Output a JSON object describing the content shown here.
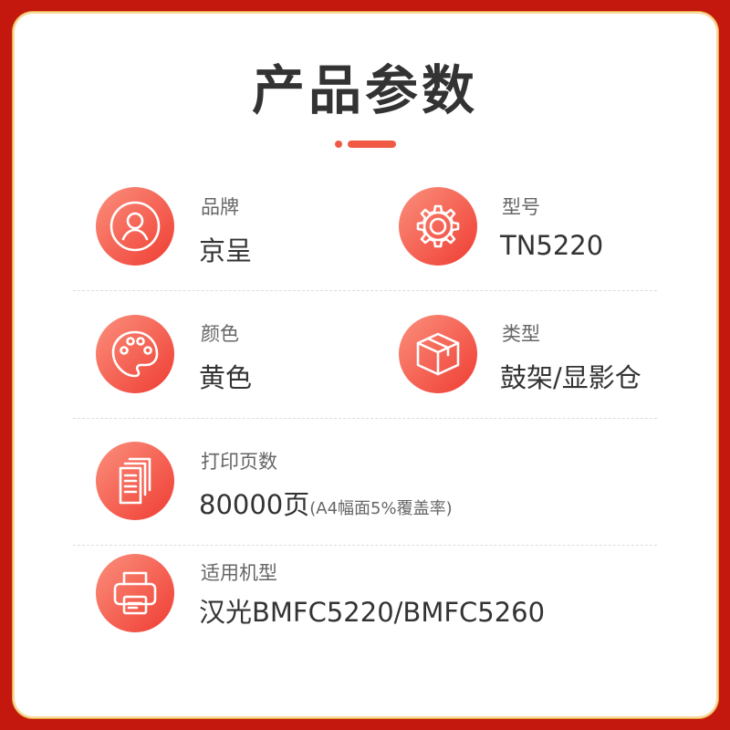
{
  "title": "产品参数",
  "params": [
    {
      "label": "品牌",
      "value": "京呈",
      "icon": "user-icon"
    },
    {
      "label": "型号",
      "value": "TN5220",
      "icon": "gear-icon"
    },
    {
      "label": "颜色",
      "value": "黄色",
      "icon": "palette-icon"
    },
    {
      "label": "类型",
      "value": "鼓架/显影仓",
      "icon": "box-icon"
    },
    {
      "label": "打印页数",
      "value": "80000页",
      "note": "(A4幅面5%覆盖率)",
      "icon": "paper-stack-icon"
    },
    {
      "label": "适用机型",
      "value": "汉光BMFC5220/BMFC5260",
      "icon": "printer-icon"
    }
  ],
  "colors": {
    "frame": "#c4180f",
    "accent": "#f05a45"
  }
}
